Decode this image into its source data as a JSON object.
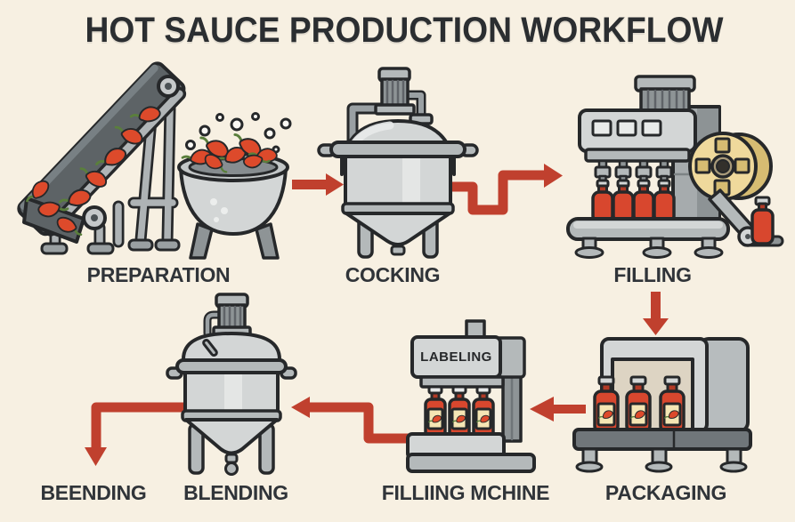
{
  "title": "HOT SAUCE PRODUCTION WORKFLOW",
  "stages": {
    "preparation": {
      "label": "PREPARATION"
    },
    "cooking": {
      "label": "COCKING"
    },
    "filling": {
      "label": "FILLING"
    },
    "beending": {
      "label": "BEENDING"
    },
    "blending": {
      "label": "BLENDING"
    },
    "filling_machine": {
      "label": "FILLIING MCHINE"
    },
    "packaging": {
      "label": "PACKAGING"
    }
  },
  "machine_text": {
    "labeling_head": "LABELING"
  },
  "colors": {
    "background": "#f7f0e2",
    "outline": "#26282a",
    "arrow_red": "#c0402e",
    "pepper_red": "#dd4a2b",
    "bottle_red": "#d8472e",
    "machine_gray_light": "#d3d6d6",
    "machine_gray_dark": "#8e9496",
    "conveyor_gray": "#5d6366",
    "reel_tan": "#efd99c",
    "label_cream": "#f5e6b4"
  }
}
